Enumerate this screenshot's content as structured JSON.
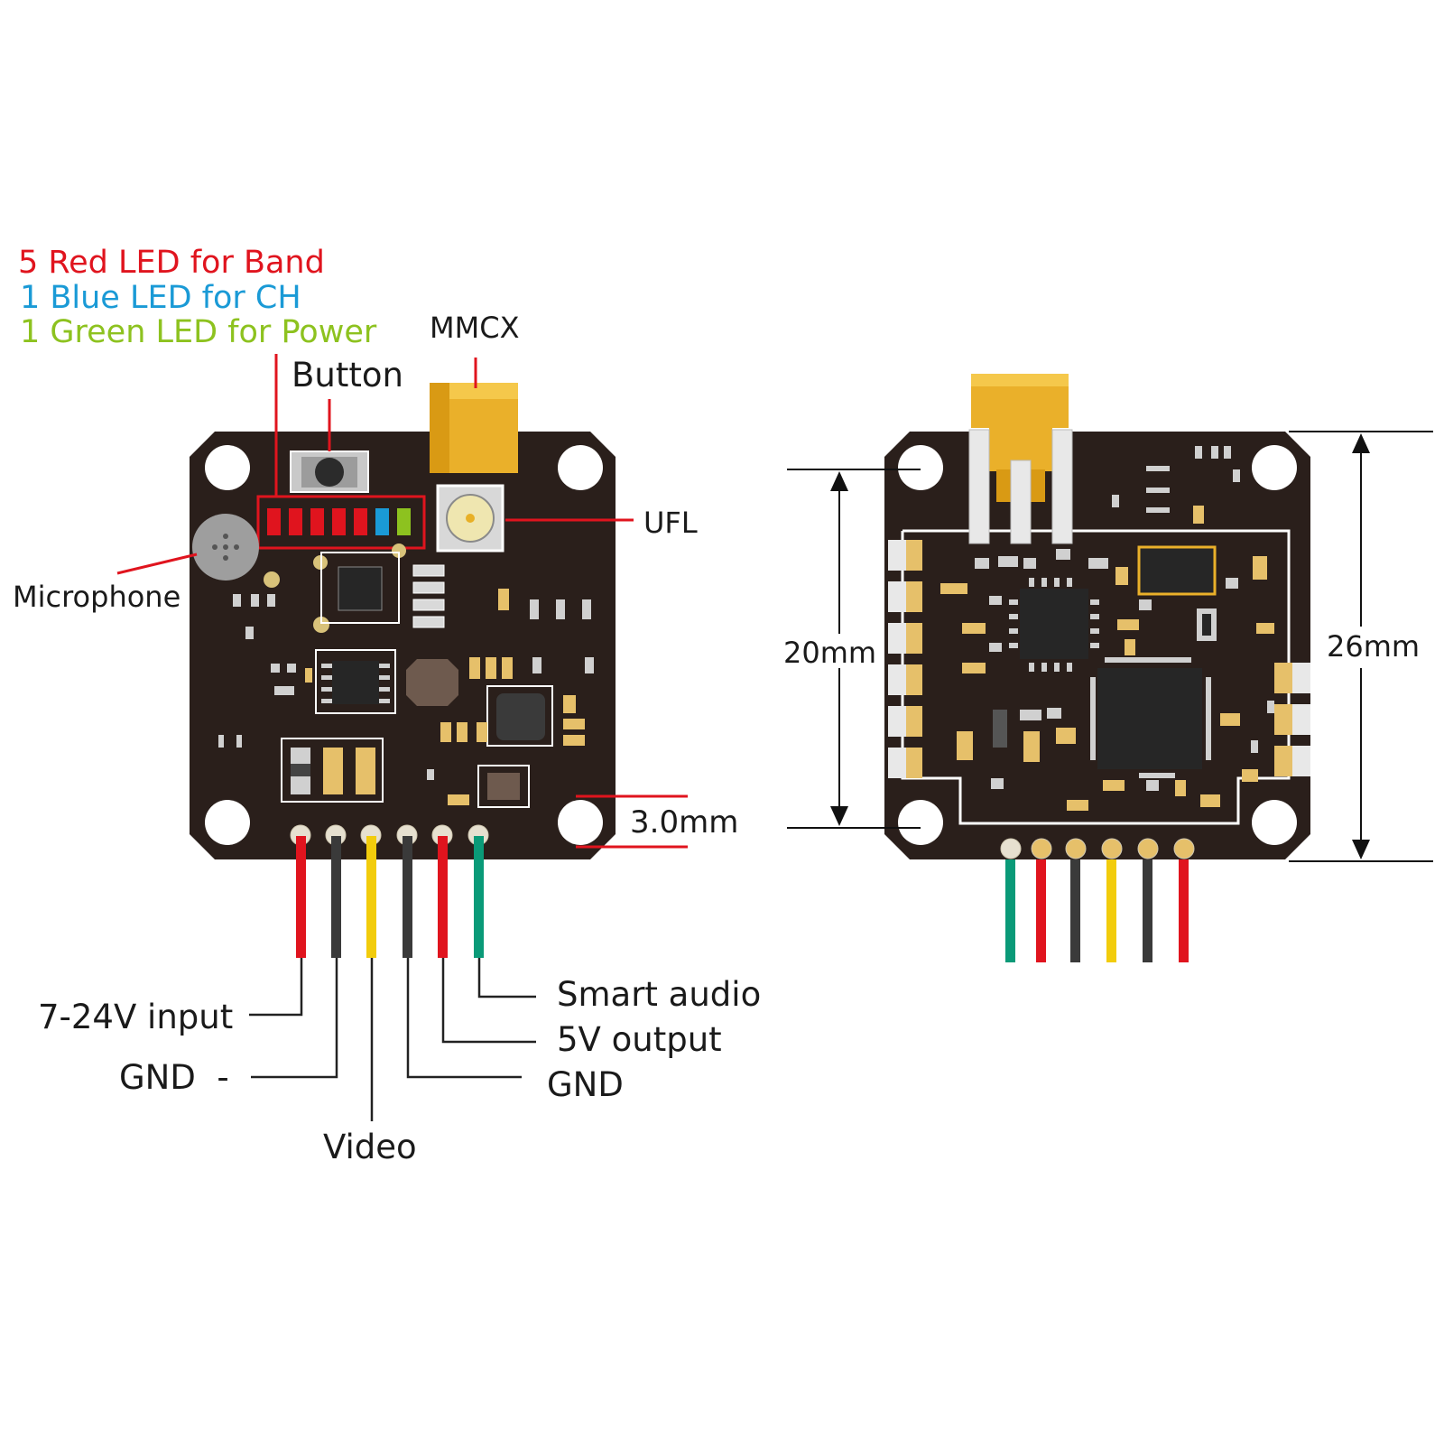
{
  "legend": {
    "red_led": "5 Red LED for Band",
    "blue_led": "1 Blue LED for CH",
    "green_led": "1 Green LED for Power"
  },
  "labels": {
    "mmcx": "MMCX",
    "button": "Button",
    "ufl": "UFL",
    "microphone": "Microphone",
    "hole_size": "3.0mm",
    "width_20": "20mm",
    "width_26": "26mm",
    "pin_power": "7-24V input",
    "pin_gnd_minus": "GND  -",
    "pin_video": "Video",
    "pin_smart_audio": "Smart audio",
    "pin_5v": "5V output",
    "pin_gnd": "GND"
  },
  "colors": {
    "red": "#e0141e",
    "blue": "#1a9ad6",
    "green": "#8dc21f",
    "yellow": "#f2cc0c",
    "teal": "#0a9a78",
    "wire_black": "#3a3a3a",
    "board": "#2a1f1b",
    "gold": "#eab02a"
  }
}
